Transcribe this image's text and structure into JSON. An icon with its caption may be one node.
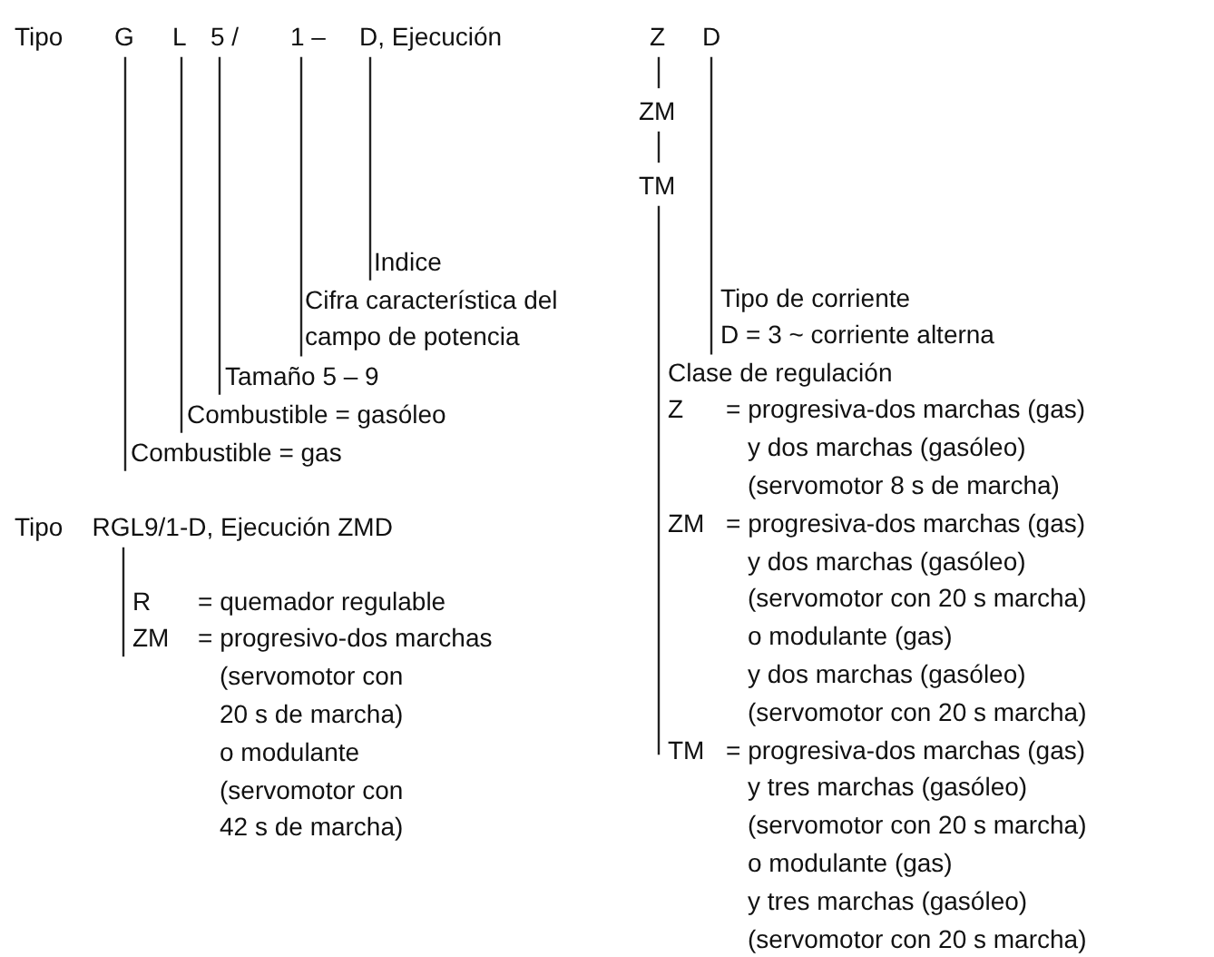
{
  "diagram": {
    "nodes": [
      {
        "text": [
          "G"
        ]
      },
      {
        "text": [
          "L"
        ]
      },
      {
        "text": [
          "5 /"
        ]
      },
      {
        "text": [
          "1 –"
        ]
      },
      {
        "text": [
          "D, Ejecución"
        ]
      },
      {
        "text": [
          "Z"
        ]
      },
      {
        "text": [
          "ZM"
        ]
      },
      {
        "text": [
          "TM"
        ]
      },
      {
        "text": [
          "D"
        ]
      },
      {
        "text": [
          "Indice"
        ]
      },
      {
        "text": [
          "Cifra característica del campo de potencia"
        ]
      },
      {
        "text": [
          "Tamaño 5 – 9"
        ]
      },
      {
        "text": [
          "Combustible = gasóleo"
        ]
      },
      {
        "text": [
          "Combustible = gas"
        ]
      },
      {
        "text": [
          "Tipo de corriente",
          "D = 3 ~ corriente alterna"
        ]
      },
      {
        "text": [
          "Clase de regulación",
          "Z",
          "= progresiva-dos marchas (gas)",
          "y dos marchas (gasóleo)",
          "(servomotor 8 s de marcha)",
          "ZM",
          "= progresiva-dos marchas (gas)",
          "y dos marchas (gasóleo)",
          "(servomotor con 20 s marcha)",
          "o modulante (gas)",
          "y dos marchas (gasóleo)",
          "(servomotor con 20 s marcha)",
          "TM",
          "= progresiva-dos marchas (gas)",
          "y tres marchas (gasóleo)",
          "(servomotor con 20 s marcha)",
          "o modulante (gas)",
          "y tres marchas (gasóleo)",
          "(servomotor con 20 s marcha)"
        ]
      },
      {
        "text": [
          "Tipo",
          "RGL9/1-D, Ejecución ZMD"
        ]
      },
      {
        "text": [
          "R",
          "= quemador regulable",
          "ZM",
          "= progresivo-dos marchas",
          "(servomotor con",
          "20 s de marcha)",
          "o modulante",
          "(servomotor con",
          "42 s de marcha)"
        ]
      }
    ],
    "edges": [
      {
        "from": 4,
        "to": 9,
        "arrow": "none"
      },
      {
        "from": 3,
        "to": 10,
        "arrow": "none"
      },
      {
        "from": 2,
        "to": 11,
        "arrow": "none"
      },
      {
        "from": 1,
        "to": 12,
        "arrow": "none"
      },
      {
        "from": 0,
        "to": 13,
        "arrow": "none"
      },
      {
        "from": 5,
        "to": 6,
        "arrow": "none"
      },
      {
        "from": 6,
        "to": 7,
        "arrow": "none"
      },
      {
        "from": 7,
        "to": 15,
        "arrow": "none"
      },
      {
        "from": 8,
        "to": 14,
        "arrow": "none"
      },
      {
        "from": 16,
        "to": 17,
        "arrow": "none"
      }
    ],
    "labels": [
      "Tipo"
    ]
  }
}
